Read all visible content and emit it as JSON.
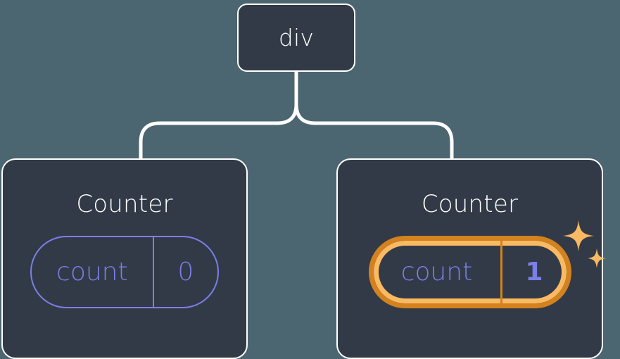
{
  "diagram": {
    "type": "component-tree",
    "background_color": "#4b6670",
    "node_fill_color": "#333a47",
    "node_border_color": "#ffffff",
    "connector_color": "#ffffff",
    "accent_purple": "#7b7fe8",
    "highlight_outer_color": "#d2821e",
    "highlight_inner_color": "#fab963",
    "sparkle_color": "#fab963",
    "root": {
      "label": "div"
    },
    "children": [
      {
        "title": "Counter",
        "state": {
          "key": "count",
          "value": "0"
        },
        "highlighted": false,
        "has_sparkles": false
      },
      {
        "title": "Counter",
        "state": {
          "key": "count",
          "value": "1"
        },
        "highlighted": true,
        "has_sparkles": true
      }
    ]
  }
}
